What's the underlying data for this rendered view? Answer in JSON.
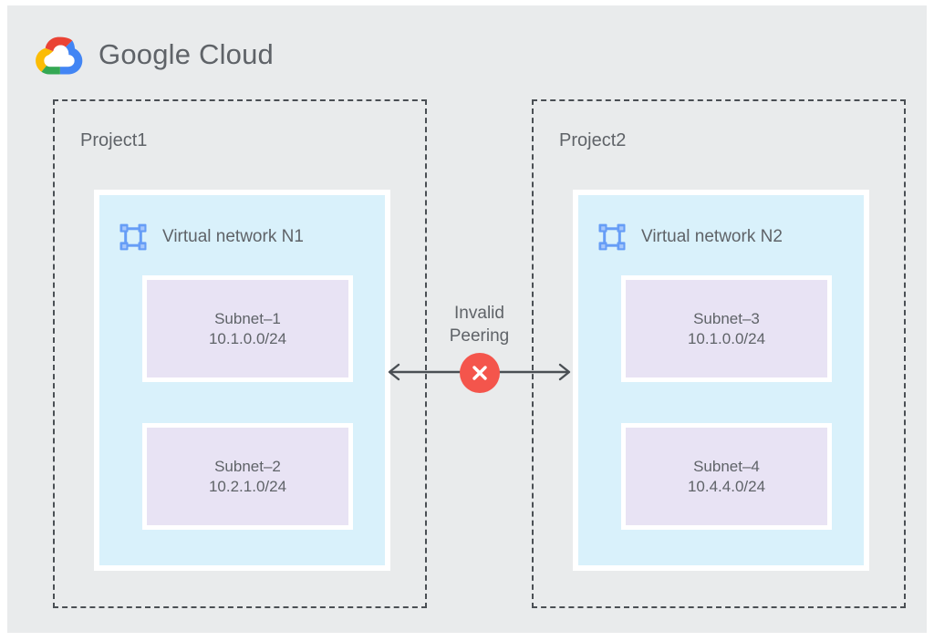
{
  "brand": {
    "logo_icon": "google-cloud-logo-icon",
    "word1": "Google",
    "word2": "Cloud"
  },
  "colors": {
    "background": "#e9ebec",
    "project_border": "#4a4f54",
    "vpc_fill": "#d9f1fb",
    "subnet_fill": "#e8e3f4",
    "text": "#5f6368",
    "error_red": "#f4554c",
    "icon_blue": "#669df6",
    "arrow": "#4a4f54"
  },
  "projects": [
    {
      "label": "Project1",
      "network": {
        "icon": "virtual-network-icon",
        "title": "Virtual network N1",
        "subnets": [
          {
            "name": "Subnet–1",
            "cidr": "10.1.0.0/24"
          },
          {
            "name": "Subnet–2",
            "cidr": "10.2.1.0/24"
          }
        ]
      }
    },
    {
      "label": "Project2",
      "network": {
        "icon": "virtual-network-icon",
        "title": "Virtual network N2",
        "subnets": [
          {
            "name": "Subnet–3",
            "cidr": "10.1.0.0/24"
          },
          {
            "name": "Subnet–4",
            "cidr": "10.4.4.0/24"
          }
        ]
      }
    }
  ],
  "peering": {
    "label_line1": "Invalid",
    "label_line2": "Peering",
    "badge_icon": "error-x-icon",
    "connector_icon": "double-headed-arrow-icon"
  }
}
